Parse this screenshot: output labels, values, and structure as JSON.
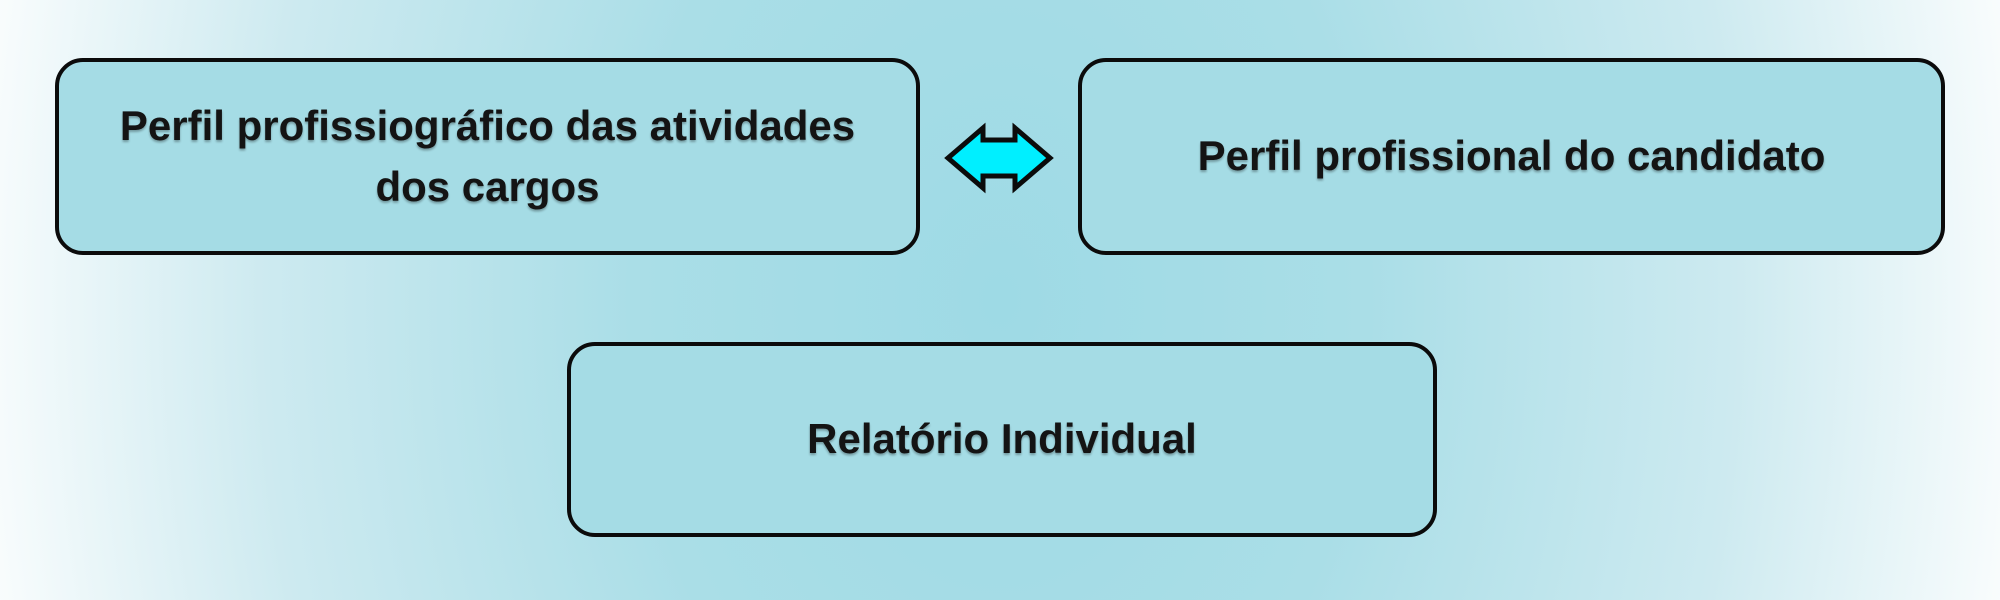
{
  "diagram": {
    "title": "Perfil comparison flow diagram",
    "background": {
      "center_color": "#9edae5",
      "edge_color": "#fdfefe"
    },
    "box_style": {
      "fill_color": "#a5dce5",
      "border_color": "#0b0b0b",
      "text_color": "#141414"
    },
    "arrow": {
      "type": "double-headed-horizontal",
      "fill_color": "#00efff",
      "outline_color": "#0b0b0b"
    },
    "nodes": [
      {
        "id": "perfil-profissiografico",
        "label": "Perfil profissiográfico das atividades dos cargos",
        "lines": [
          "Perfil profissiográfico das atividades",
          "dos cargos"
        ]
      },
      {
        "id": "perfil-profissional",
        "label": "Perfil profissional do candidato",
        "lines": [
          "Perfil profissional do candidato"
        ]
      },
      {
        "id": "relatorio-individual",
        "label": "Relatório Individual",
        "lines": [
          "Relatório Individual"
        ]
      }
    ]
  }
}
